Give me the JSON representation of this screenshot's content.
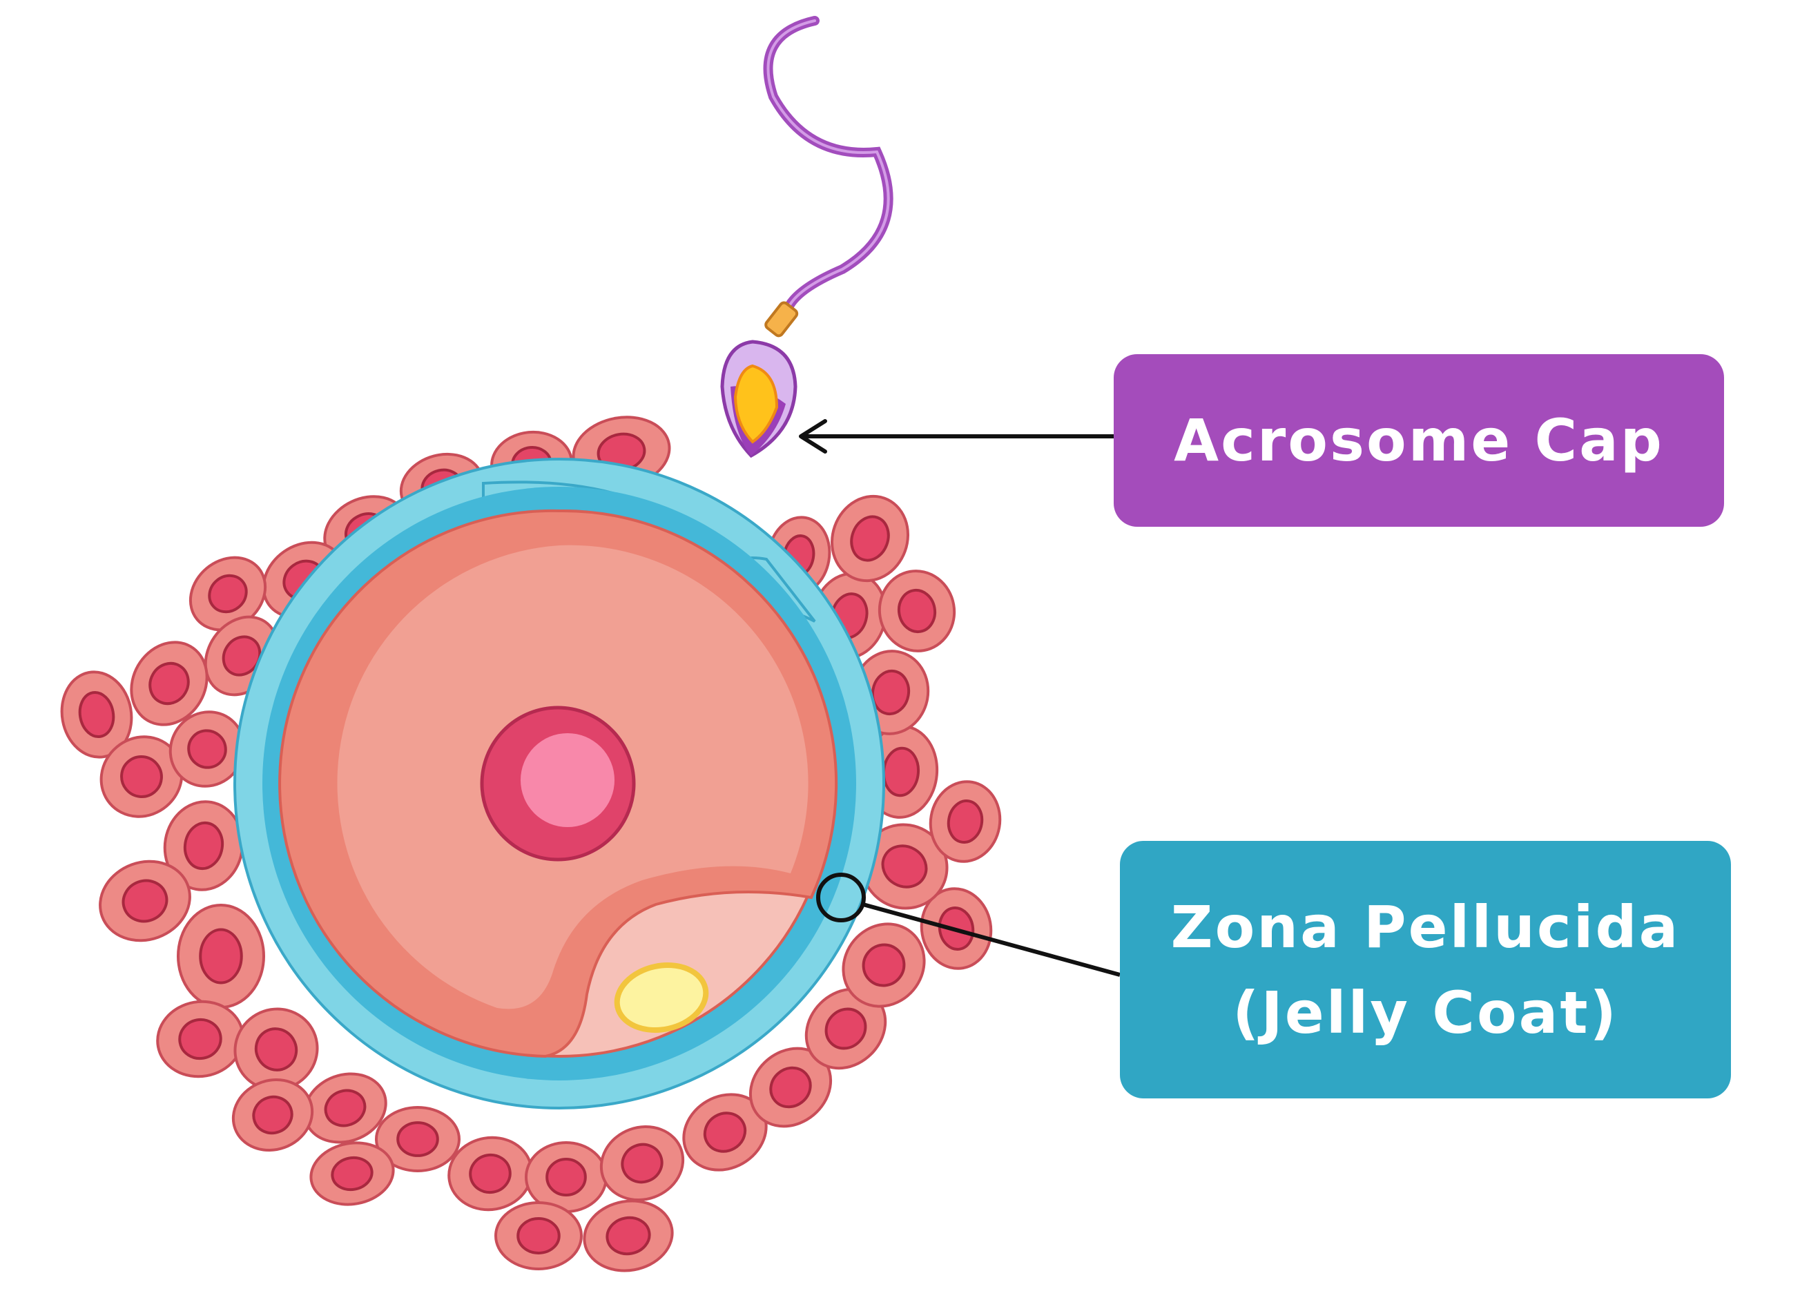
{
  "labels": {
    "acrosome": "Acrosome Cap",
    "zona_line1": "Zona Pellucida",
    "zona_line2": "(Jelly Coat)"
  },
  "colors": {
    "acrosome_box": "#a44cbb",
    "zona_box": "#30a6c4",
    "corona_cell_fill": "#ed8a86",
    "corona_cell_edge": "#c94d58",
    "corona_cell_nucleus": "#e44566",
    "zona_outer": "#7fd5e6",
    "zona_inner": "#44b8d8",
    "oocyte_edge": "#d95f55",
    "oocyte_cytoplasm": "#f1a093",
    "oocyte_rim": "#ec8576",
    "nucleus_ring": "#e0436a",
    "nucleus_core": "#f888aa",
    "polar_region": "#f6c1b8",
    "polar_body": "#fdf3a0",
    "sperm_tail": "#a24dbd",
    "sperm_head": "#d9b6ee",
    "sperm_acrosome": "#ffc21b",
    "pointer_line": "#111111"
  }
}
